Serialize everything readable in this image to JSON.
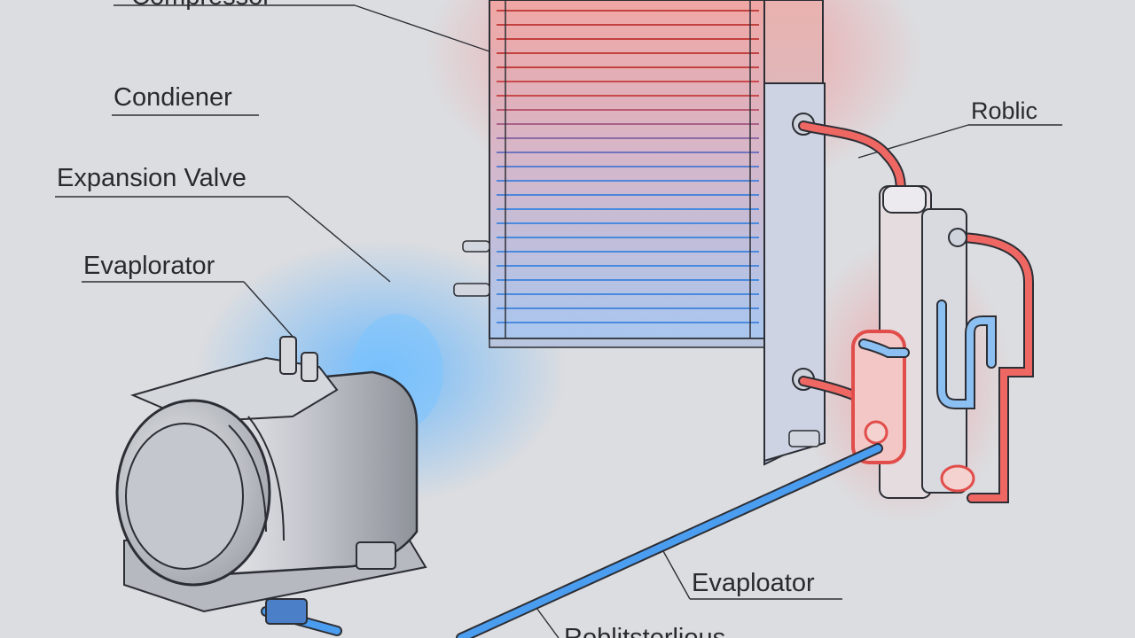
{
  "labels": {
    "top_partial": "Compressor",
    "condenser": "Condiener",
    "expansion_valve": "Expansion Valve",
    "evaporator_left": "Evaplorator",
    "roblic": "Roblic",
    "evaporator_right": "Evaploator",
    "bottom_partial": "Roblitsterlious"
  },
  "colors": {
    "background": "#dcdde0",
    "hot_line": "#e8504f",
    "cold_line": "#3d8fe6",
    "metal": "#c9ccd2",
    "outline": "#2c2e35"
  }
}
